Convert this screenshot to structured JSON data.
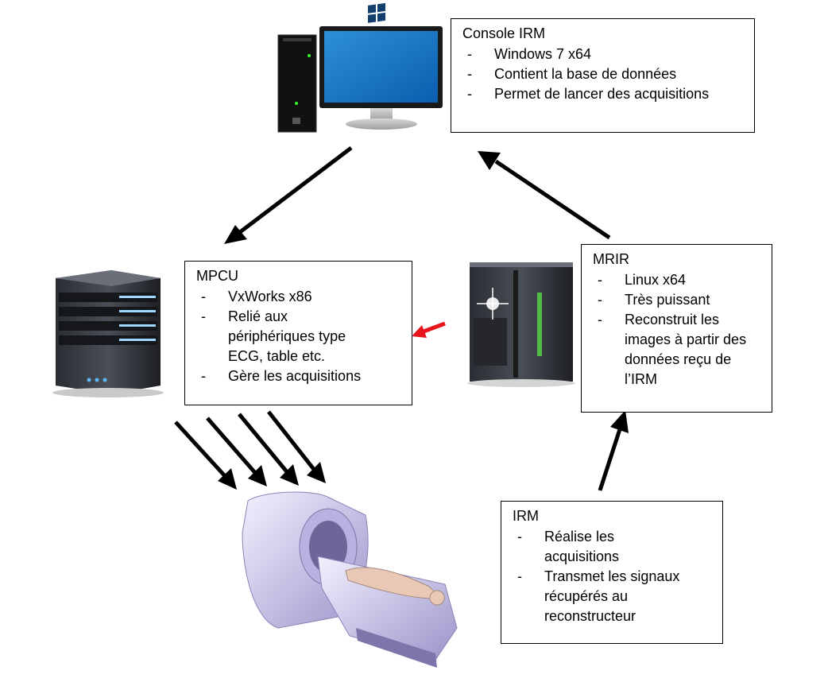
{
  "console": {
    "title": "Console IRM",
    "items": [
      "Windows 7 x64",
      "Contient la base de données",
      "Permet de lancer des acquisitions"
    ]
  },
  "mpcu": {
    "title": "MPCU",
    "items": [
      "VxWorks x86",
      "Relié aux périphériques type ECG, table etc.",
      "Gère les acquisitions"
    ]
  },
  "mrir": {
    "title": "MRIR",
    "items": [
      "Linux x64",
      "Très puissant",
      "Reconstruit les images à partir des données reçu de l’IRM"
    ]
  },
  "irm": {
    "title": "IRM",
    "items": [
      "Réalise les acquisitions",
      "Transmet les signaux récupérés au reconstructeur"
    ]
  },
  "colors": {
    "arrow": "#000000",
    "highlight_arrow": "#e8141b"
  },
  "icons": [
    "desktop-computer-icon",
    "server-tower-icon",
    "mainframe-server-icon",
    "mri-scanner-icon"
  ]
}
